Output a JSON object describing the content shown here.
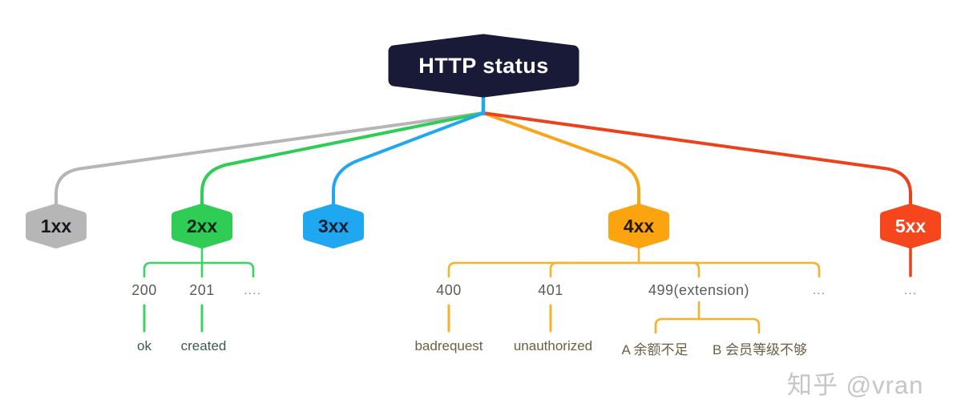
{
  "root": {
    "label": "HTTP status",
    "fill": "#191a38",
    "text_color": "#ffffff"
  },
  "branches": [
    {
      "label": "1xx",
      "fill": "#b6b6b6",
      "line": "#b6b6b6",
      "text_color": "#17171f",
      "codes": []
    },
    {
      "label": "2xx",
      "fill": "#30cd56",
      "line": "#30cd56",
      "bracket": "#3bd463",
      "text_color": "#0f2417",
      "codes": [
        {
          "label": "200",
          "desc": "ok"
        },
        {
          "label": "201",
          "desc": "created"
        },
        {
          "label": "...."
        }
      ]
    },
    {
      "label": "3xx",
      "fill": "#1fa8ef",
      "line": "#1fa8ef",
      "text_color": "#0e2034",
      "codes": []
    },
    {
      "label": "4xx",
      "fill": "#fca410",
      "line": "#f7a51b",
      "bracket": "#f9b02a",
      "text_color": "#241a04",
      "codes": [
        {
          "label": "400",
          "desc": "badrequest"
        },
        {
          "label": "401",
          "desc": "unauthorized"
        },
        {
          "label": "499(extension)",
          "subcodes": [
            "A 余额不足",
            "B 会员等级不够"
          ]
        },
        {
          "label": "..."
        }
      ]
    },
    {
      "label": "5xx",
      "fill": "#f5461d",
      "line": "#ea431b",
      "text_color": "#ffffff",
      "codes": [
        {
          "label": "..."
        }
      ]
    }
  ],
  "text_colors": {
    "code": "#5d5b55",
    "ellipsis": "#8f8f8f",
    "desc_green": "#3e5a4e",
    "desc_olive": "#6a5f45"
  },
  "watermark": {
    "label": "知乎 @vran",
    "color": "#c6c6c6"
  }
}
